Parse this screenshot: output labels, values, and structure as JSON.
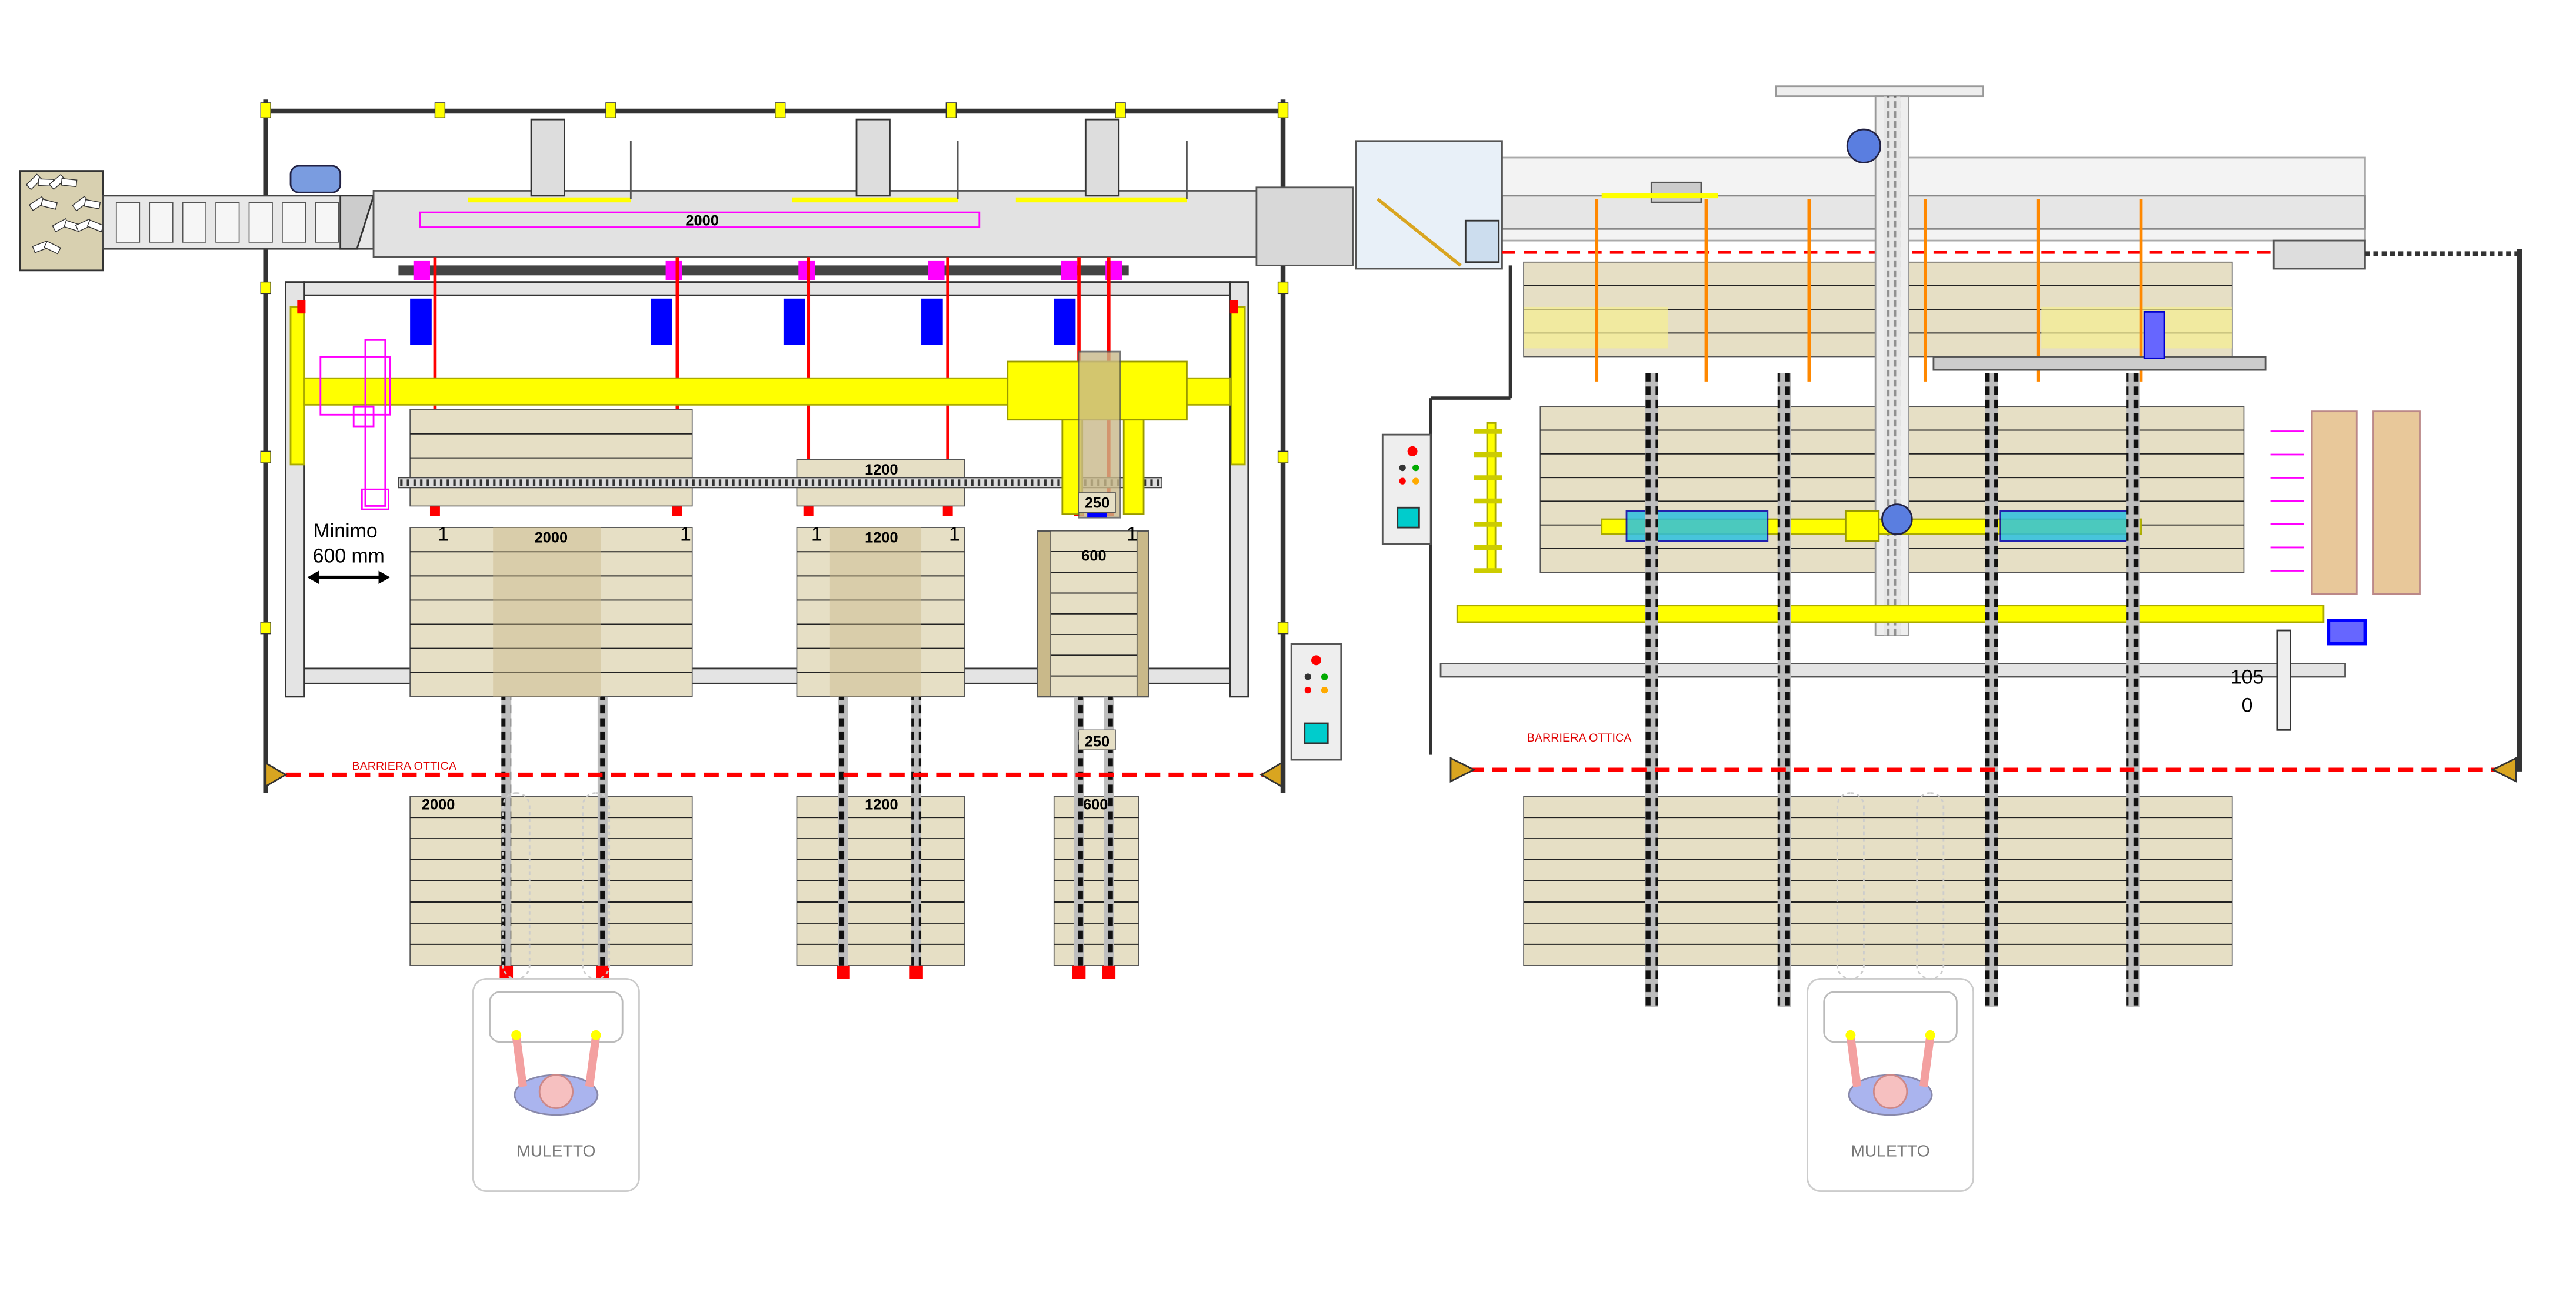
{
  "left_layout": {
    "conveyor_length_label": "2000",
    "upper_pallet_labels": [
      "1200"
    ],
    "lower_pallet_labels": [
      "2000",
      "1200",
      "600"
    ],
    "overlay_label": "250",
    "rail_gap_label": "250",
    "outfeed_labels": [
      "2000",
      "1200",
      "600"
    ],
    "position_markers": [
      "1",
      "1",
      "1",
      "1",
      "1"
    ],
    "min_distance_line1": "Minimo",
    "min_distance_line2": "600 mm",
    "light_barrier_label": "BARRIERA OTTICA",
    "forklift_label": "MULETTO"
  },
  "right_layout": {
    "light_barrier_label": "BARRIERA OTTICA",
    "forklift_label": "MULETTO",
    "dimension_line1": "105",
    "dimension_line2": "0"
  },
  "colors": {
    "wood": "#e6dfc5",
    "wood_dark": "#c9b98a",
    "frame_yellow": "#ffff00",
    "motor_blue": "#0000ff",
    "barrier_red": "#ff0000",
    "marker_magenta": "#ff00ff",
    "steel_gray": "#e4e4e4"
  }
}
